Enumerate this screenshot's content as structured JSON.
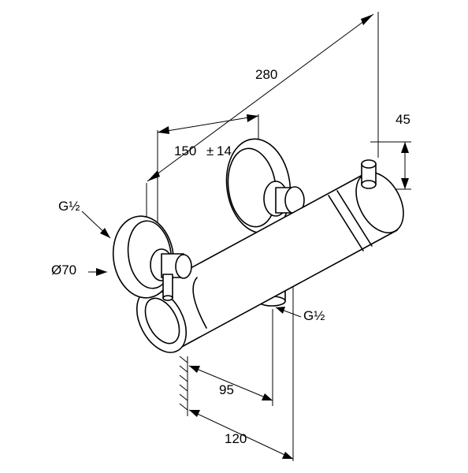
{
  "dimensions": {
    "overall_length": "280",
    "inlet_spacing": "150",
    "inlet_tolerance": "14",
    "tolerance_sign": "±",
    "knob_height": "45",
    "inlet_thread": "G½",
    "outlet_thread": "G½",
    "flange_diameter": "Ø70",
    "outlet_offset": "95",
    "body_projection": "120"
  }
}
